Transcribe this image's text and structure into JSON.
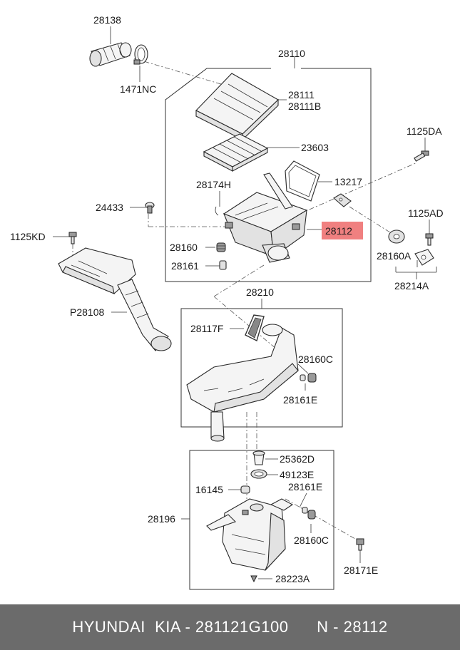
{
  "labels": {
    "p28138": "28138",
    "p1471NC": "1471NC",
    "p28110": "28110",
    "p28111": "28111",
    "p28111B": "28111B",
    "p23603": "23603",
    "p13217": "13217",
    "p28174H": "28174H",
    "p24433": "24433",
    "p28112": "28112",
    "p1125KD": "1125KD",
    "p28160": "28160",
    "p28161": "28161",
    "p1125DA": "1125DA",
    "p1125AD": "1125AD",
    "p28160A": "28160A",
    "p28214A": "28214A",
    "p28210": "28210",
    "p28117F": "28117F",
    "p28160C_a": "28160C",
    "p28161E_a": "28161E",
    "pP28108": "P28108",
    "p25362D": "25362D",
    "p49123E": "49123E",
    "p16145": "16145",
    "p28161E_b": "28161E",
    "p28196": "28196",
    "p28160C_b": "28160C",
    "p28223A": "28223A",
    "p28171E": "28171E"
  },
  "highlight_color": "#f08080",
  "footer": {
    "brand": "HYUNDAI  KIA - 281121G100",
    "ref": "N - 28112"
  }
}
